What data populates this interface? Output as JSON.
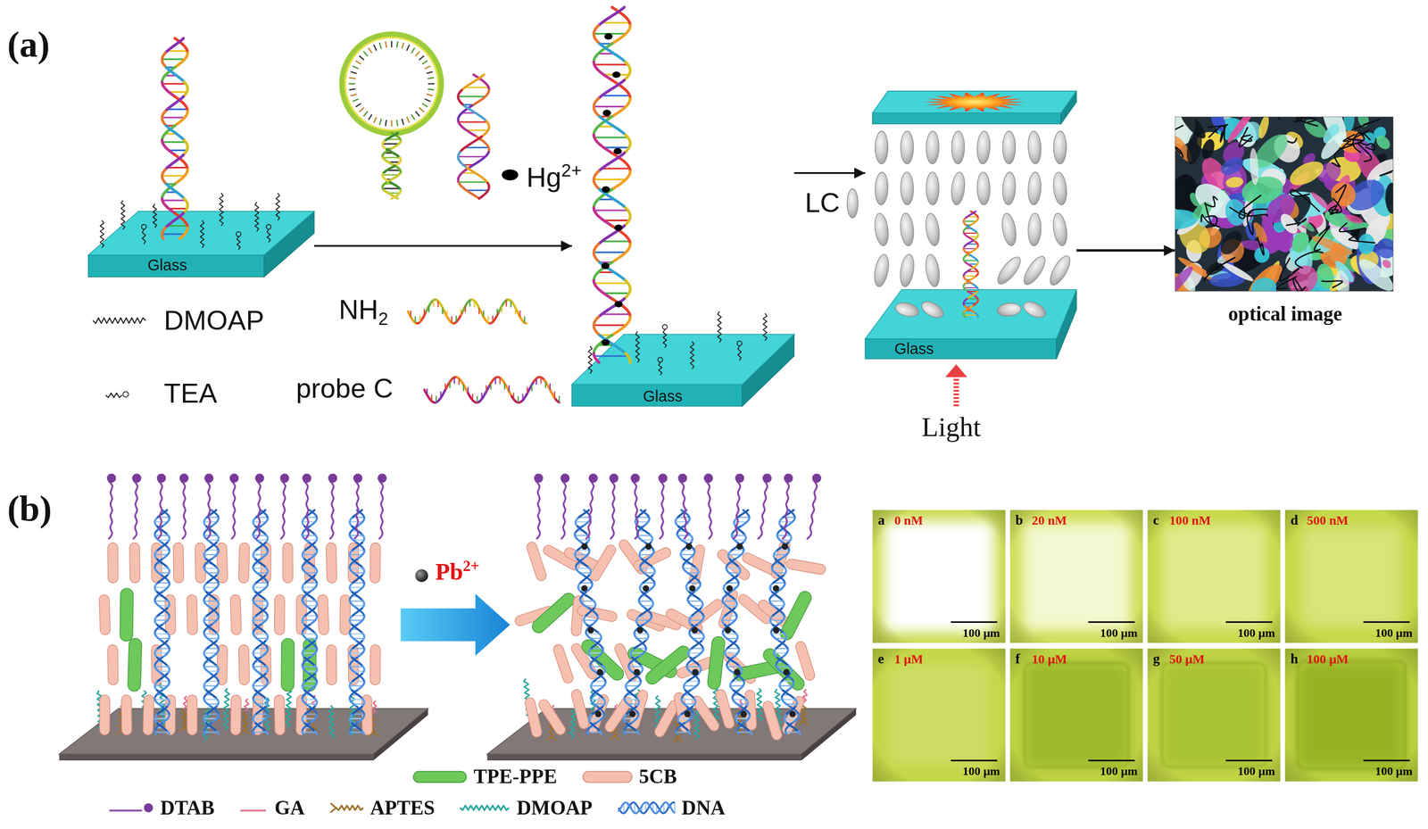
{
  "diagram": {
    "nodes": [
      {
        "text": [
          "Glass"
        ]
      },
      {
        "text": [
          "Glass"
        ]
      },
      {
        "text": [
          "Glass"
        ]
      },
      {
        "text": [
          "optical image"
        ]
      },
      {
        "text": [
          "a",
          "0 nM",
          "100 μm"
        ]
      },
      {
        "text": [
          "b",
          "20 nM",
          "100 μm"
        ]
      },
      {
        "text": [
          "c",
          "100 nM",
          "100 μm"
        ]
      },
      {
        "text": [
          "d",
          "500 nM",
          "100 μm"
        ]
      },
      {
        "text": [
          "e",
          "1 μM",
          "100 μm"
        ]
      },
      {
        "text": [
          "f",
          "10 μM",
          "100 μm"
        ]
      },
      {
        "text": [
          "g",
          "50 μM",
          "100 μm"
        ]
      },
      {
        "text": [
          "h",
          "100 μM",
          "100 μm"
        ]
      }
    ],
    "edges": [
      {
        "from": 0,
        "to": 1,
        "arrow": "to"
      },
      {
        "from": 1,
        "to": 2,
        "label": "LC",
        "arrow": "to"
      },
      {
        "from": 2,
        "to": 3,
        "arrow": "to"
      }
    ],
    "labels": [
      "(a)",
      "DMOAP",
      "TEA",
      "NH2",
      "probe C",
      "Hg2+",
      "Light",
      "(b)",
      "Pb2+"
    ],
    "legend": [
      {
        "text": "TPE-PPE"
      },
      {
        "text": "5CB"
      },
      {
        "text": "DTAB"
      },
      {
        "text": "GA"
      },
      {
        "text": "APTES"
      },
      {
        "text": "DMOAP"
      },
      {
        "text": "DNA"
      }
    ]
  }
}
